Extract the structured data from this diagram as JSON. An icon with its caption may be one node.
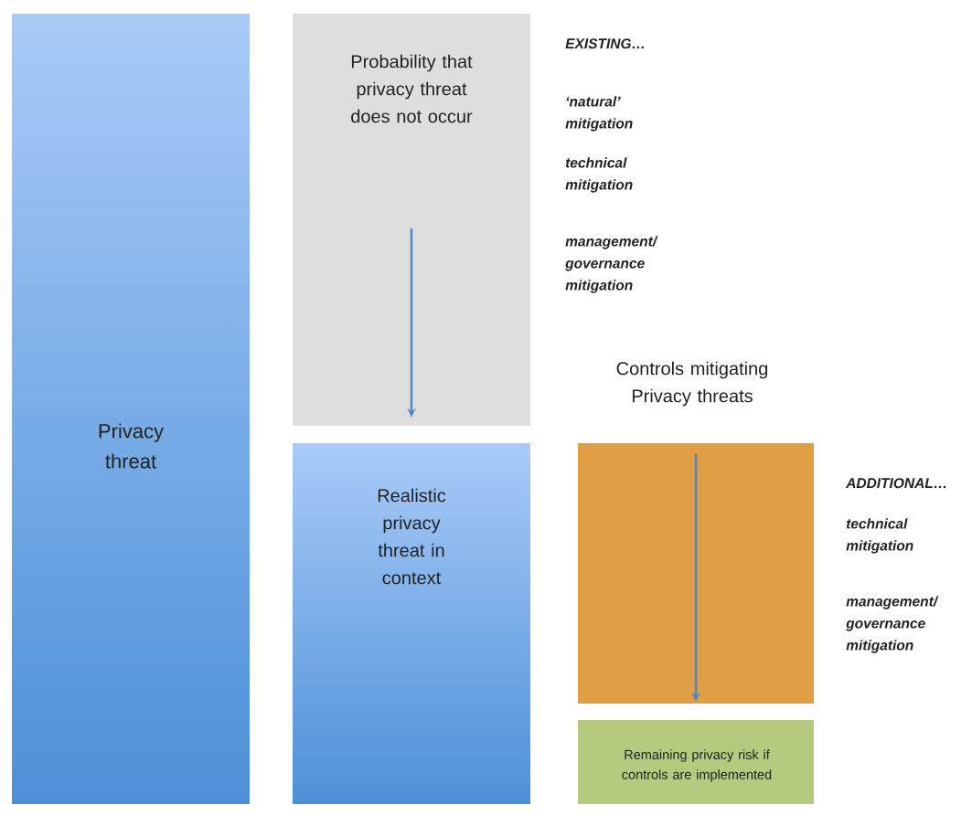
{
  "diagram": {
    "nodes": [
      {
        "text": [
          "Privacy threat"
        ]
      },
      {
        "text": [
          "Probability that privacy threat does not occur"
        ]
      },
      {
        "text": [
          "Realistic privacy threat in context"
        ]
      },
      {
        "text": [
          "Controls mitigating Privacy threats"
        ]
      },
      {
        "text": [
          "Remaining privacy risk if controls are implemented"
        ]
      }
    ],
    "labels": [
      "EXISTING…",
      "‘natural’ mitigation",
      "technical mitigation",
      "management/ governance mitigation",
      "ADDITIONAL…",
      "technical mitigation",
      "management/ governance mitigation"
    ]
  }
}
